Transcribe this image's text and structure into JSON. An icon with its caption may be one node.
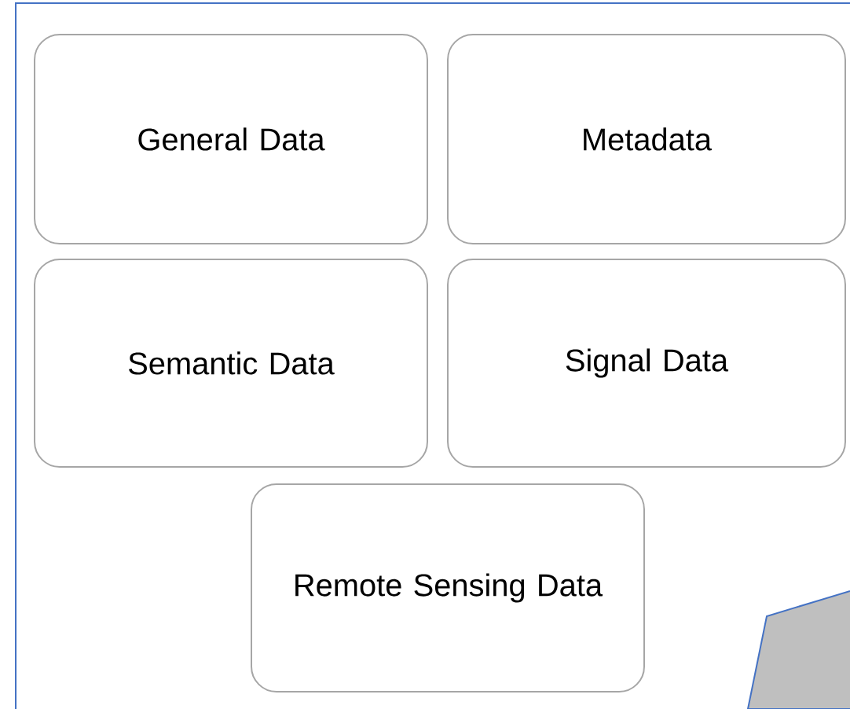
{
  "diagram": {
    "nodes": [
      {
        "text": [
          "General Data"
        ]
      },
      {
        "text": [
          "Metadata"
        ]
      },
      {
        "text": [
          "Semantic Data"
        ]
      },
      {
        "text": [
          "Signal Data"
        ]
      },
      {
        "text": [
          "Remote Sensing Data"
        ]
      }
    ]
  }
}
